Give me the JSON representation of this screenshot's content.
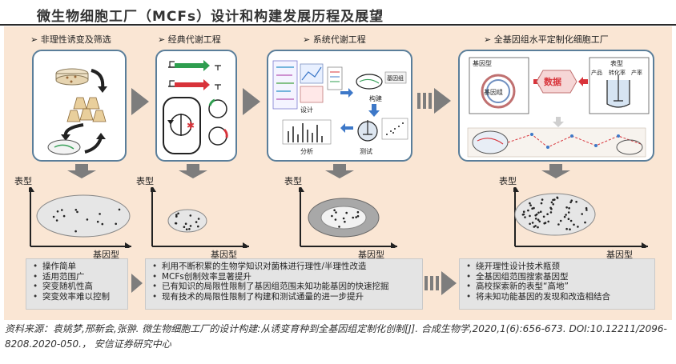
{
  "title": "微生物细胞工厂（MCFs）设计和构建发展历程及展望",
  "stages": [
    {
      "header": "➢ 非理性诱变及筛选"
    },
    {
      "header": "➢ 经典代谢工程"
    },
    {
      "header": "➢ 系统代谢工程"
    },
    {
      "header": "➢ 全基因组水平定制化细胞工厂"
    }
  ],
  "systems_labels": {
    "design": "设计",
    "build": "构建",
    "test": "测试",
    "analysis": "分析",
    "gene_set": "基因组"
  },
  "genome_labels": {
    "genotype": "基因型",
    "phenotype": "表型",
    "data": "数据",
    "genome_map": "基因组",
    "product": "产品",
    "conversion": "转化率",
    "productivity": "产率"
  },
  "plots": [
    {
      "ylabel": "表型",
      "xlabel": "基因型"
    },
    {
      "ylabel": "表型",
      "xlabel": "基因型"
    },
    {
      "ylabel": "表型",
      "xlabel": "基因型"
    },
    {
      "ylabel": "表型",
      "xlabel": "基因型"
    }
  ],
  "summaries": [
    {
      "items": [
        "操作简单",
        "适用范围广",
        "突变随机性高",
        "突变效率难以控制"
      ]
    },
    {
      "items": [
        "利用不断积累的生物学知识对菌株进行理性/半理性改造",
        "MCFs创制效率显著提升",
        "已有知识的局限性限制了基因组范围未知功能基因的快速挖掘",
        "现有技术的局限性限制了构建和测试通量的进一步提升"
      ]
    },
    {
      "items": [
        "绕开理性设计技术瓶颈",
        "全基因组范围搜索基因型",
        "高校探索新的表型“高地”",
        "将未知功能基因的发现和改造相结合"
      ]
    }
  ],
  "source": "资料来源：袁姚梦,邢新会,张翀. 微生物细胞工厂的设计构建:从诱变育种到全基因组定制化创制[J]. 合成生物学,2020,1(6):656-673. DOI:10.12211/2096-8208.2020-050.， 安信证券研究中心",
  "colors": {
    "panel_bg": "#fae6d4",
    "card_border": "#5a7e9a",
    "arrow": "#7d7d7d",
    "green": "#2e9e4f",
    "red": "#d8333a",
    "blue": "#3d78c8"
  }
}
